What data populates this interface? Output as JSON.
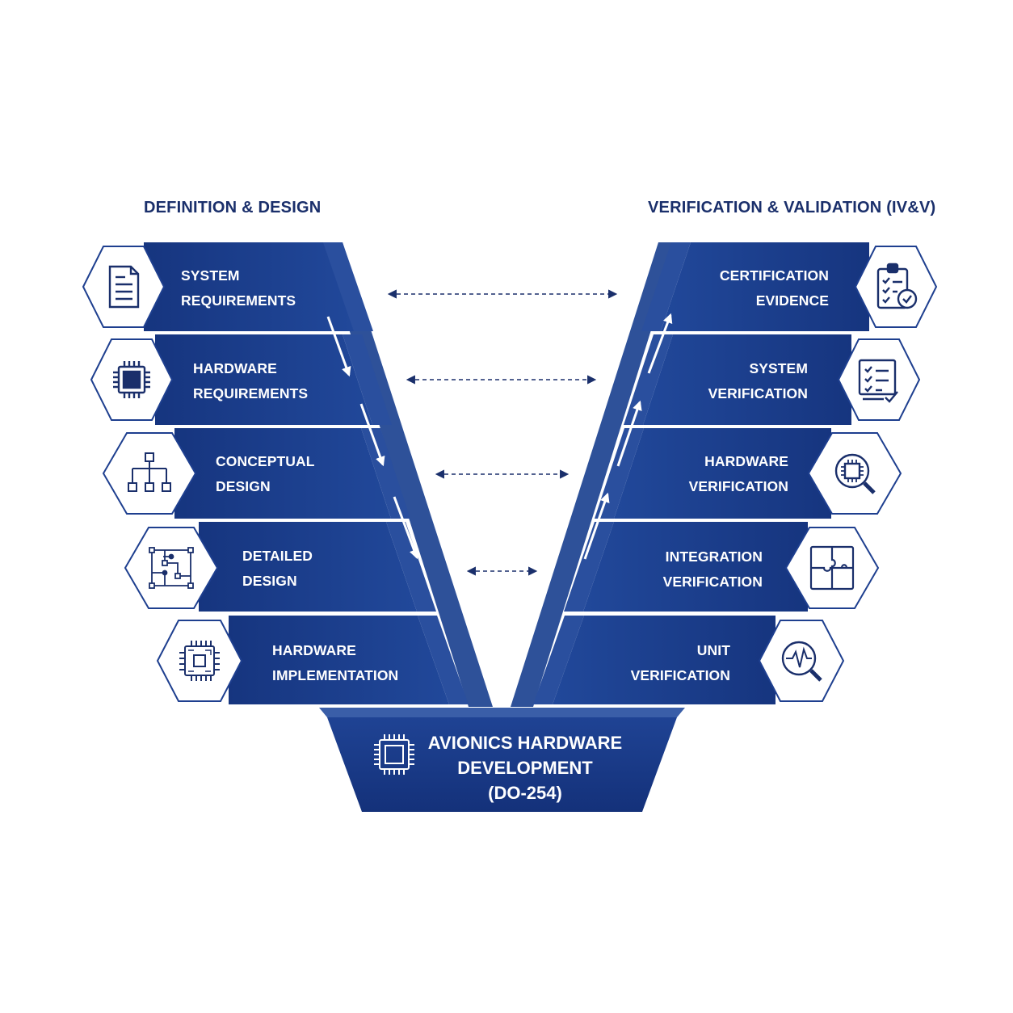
{
  "left_heading": "DEFINITION & DESIGN",
  "right_heading": "VERIFICATION & VALIDATION (IV&V)",
  "left_steps": [
    {
      "line1": "SYSTEM",
      "line2": "REQUIREMENTS",
      "icon": "document-icon"
    },
    {
      "line1": "HARDWARE",
      "line2": "REQUIREMENTS",
      "icon": "chip-icon"
    },
    {
      "line1": "CONCEPTUAL",
      "line2": "DESIGN",
      "icon": "hierarchy-icon"
    },
    {
      "line1": "DETAILED",
      "line2": "DESIGN",
      "icon": "circuit-icon"
    },
    {
      "line1": "HARDWARE",
      "line2": "IMPLEMENTATION",
      "icon": "circuit-board-icon"
    }
  ],
  "right_steps": [
    {
      "line1": "CERTIFICATION",
      "line2": "EVIDENCE",
      "icon": "clipboard-check-icon"
    },
    {
      "line1": "SYSTEM",
      "line2": "VERIFICATION",
      "icon": "checklist-icon"
    },
    {
      "line1": "HARDWARE",
      "line2": "VERIFICATION",
      "icon": "chip-magnifier-icon"
    },
    {
      "line1": "INTEGRATION",
      "line2": "VERIFICATION",
      "icon": "puzzle-icon"
    },
    {
      "line1": "UNIT",
      "line2": "VERIFICATION",
      "icon": "waveform-magnifier-icon"
    }
  ],
  "base": {
    "line1": "AVIONICS HARDWARE",
    "line2": "DEVELOPMENT",
    "line3": "(DO-254)",
    "icon": "processor-icon"
  },
  "colors": {
    "primary": "#1e3f8f",
    "dark": "#142d6e",
    "edge": "#2e5199",
    "text_dark": "#1a2f6b",
    "white": "#ffffff"
  }
}
